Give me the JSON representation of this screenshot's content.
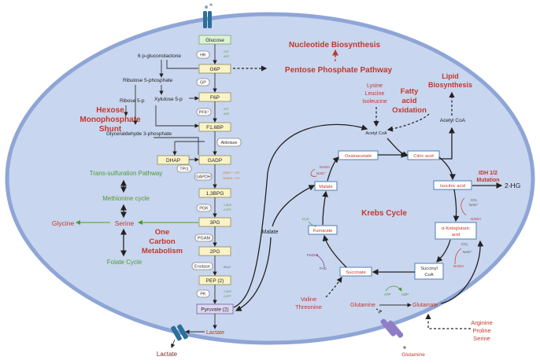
{
  "colors": {
    "cell_fill": "#c9d6ef",
    "cell_edge": "#8ea5d6",
    "red": "#c0392b",
    "green": "#4b9a34"
  },
  "glycolysis": {
    "glucose": "Glucose",
    "hk": "HK",
    "g6p": "G6P",
    "gp": "GP",
    "f6p": "F6P",
    "pfk": "PFK¹",
    "f16bp": "F1,6BP",
    "aldolase": "Aldolase",
    "dhap": "DHAP",
    "tpi": "TPI1",
    "gadp": "GADP",
    "gapdh": "GAPDH",
    "bpg13": "1,3BPG",
    "pgk": "PGK",
    "pg3": "3PG",
    "pgam": "PGAM",
    "pg2": "2PG",
    "enolase": "Enolase",
    "pep": "PEP (2)",
    "pk": "PK",
    "pyruvate": "Pyruvate (2)"
  },
  "cofactors": {
    "hk": [
      "ATP",
      "ADP"
    ],
    "pfk": [
      "ATP",
      "ADP"
    ],
    "gapdh": [
      "2NAD⁺ + 2Pi",
      "2NADH + 2H⁺"
    ],
    "pgk": [
      "2 ADP",
      "2 ATP"
    ],
    "enolase": "2H₂O",
    "pk": [
      "2 ADP",
      "2 ATP"
    ]
  },
  "pentose": {
    "gluconolactone": "6 p-gluconolactone",
    "ribulose": "Ribulose 5-phosphate",
    "xylulose": "Xylulose 5-p",
    "ribose": "Ribose 5-p",
    "glyceraldehyde": "Glyceraldehyde 3-phosphate",
    "shunt": [
      "Hexose",
      "Monophosphate",
      "Shunt"
    ],
    "ppp": "Pentose Phosphate Pathway",
    "nucleotide": "Nucleotide Biosynthesis"
  },
  "serine_branch": {
    "transsulfuration": "Trans-sulfuration Pathway",
    "methionine": "Methionine cycle",
    "serine": "Serine",
    "glycine": "Glycine",
    "folate": "Folate Cycle",
    "one_carbon": [
      "One",
      "Carbon",
      "Metabolism"
    ]
  },
  "lipid": {
    "aminos": [
      "Lysine",
      "Leucine",
      "Isoleucine"
    ],
    "fao": [
      "Fatty",
      "acid",
      "Oxidation"
    ],
    "lipid": [
      "Lipid",
      "Biosynthesis"
    ],
    "acetyl_coa": "Acetyl CoA"
  },
  "krebs": {
    "title": "Krebs Cycle",
    "oxaloacetate": "Oxaloacetate",
    "citric": "Citric acid",
    "isocitric": "Isocitric acid",
    "akg": [
      "α-Ketoglutaric",
      "acid"
    ],
    "succinyl": [
      "Succinyl",
      "CoA"
    ],
    "succinate": "Succinate",
    "fumarate": "Fumarate",
    "malate": "Malate",
    "nadh": "NADH",
    "nad": "NAD⁺",
    "h2o": "H₂O",
    "co2": "CO₂",
    "fadh2": "FADH2",
    "fad": "FAD",
    "atp": "ATP",
    "adp": "ADP"
  },
  "other": {
    "idh": [
      "IDH 1/2",
      "Mutation"
    ],
    "hg2": "2-HG",
    "malate_transport": "Malate",
    "valine": [
      "Valine",
      "Threonine"
    ],
    "glutamine": "Glutamine",
    "glutamate": "Glutamate",
    "arginine": [
      "Arginine",
      "Proline",
      "Serine"
    ],
    "lactate": "Lactate",
    "lactate_out": "Lactate",
    "glutamine_out": "Glutamine"
  }
}
